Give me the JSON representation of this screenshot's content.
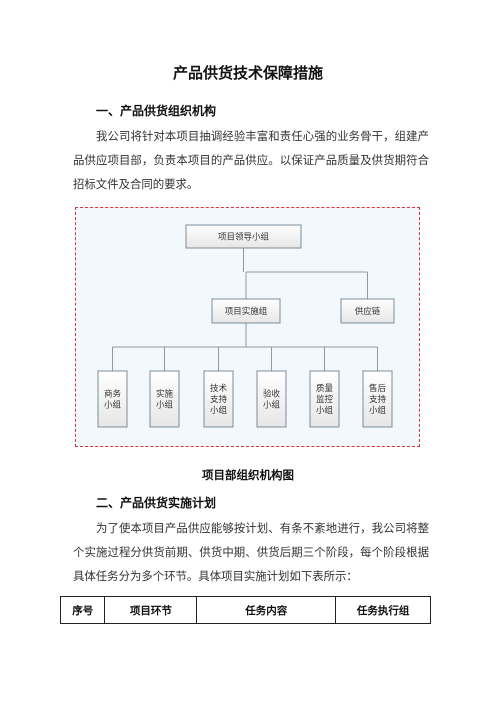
{
  "doc": {
    "title": "产品供货技术保障措施",
    "section1": {
      "heading": "一、产品供货组织机构",
      "paragraph": "我公司将针对本项目抽调经验丰富和责任心强的业务骨干，组建产品供应项目部，负责本项目的产品供应。以保证产品质量及供货期符合招标文件及合同的要求。"
    },
    "org_chart": {
      "top": "项目领导小组",
      "middle": [
        "项目实施组",
        "供应链"
      ],
      "bottom": [
        [
          "商务",
          "小组"
        ],
        [
          "实施",
          "小组"
        ],
        [
          "技术",
          "支持",
          "小组"
        ],
        [
          "验收",
          "小组"
        ],
        [
          "质量",
          "监控",
          "小组"
        ],
        [
          "售后",
          "支持",
          "小组"
        ]
      ],
      "caption": "项目部组织机构图"
    },
    "section2": {
      "heading": "二、产品供货实施计划",
      "paragraph": "为了使本项目产品供应能够按计划、有条不紊地进行，我公司将整个实施过程分供货前期、供货中期、供货后期三个阶段，每个阶段根据具体任务分为多个环节。具体项目实施计划如下表所示："
    },
    "table": {
      "headers": [
        "序号",
        "项目环节",
        "任务内容",
        "任务执行组"
      ]
    }
  }
}
